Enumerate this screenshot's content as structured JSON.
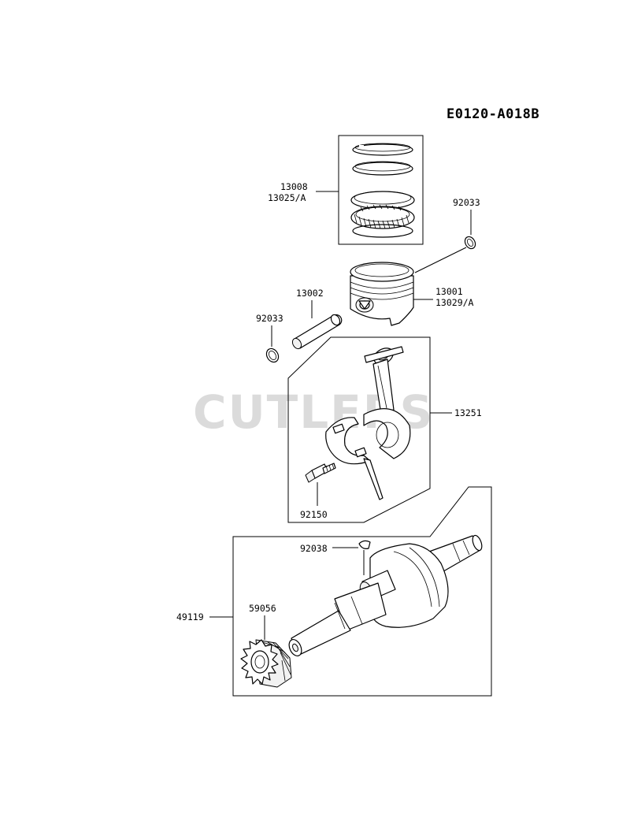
{
  "diagram_code": "E0120-A018B",
  "watermark": "CUTLERS",
  "parts": {
    "rings": [
      "13008",
      "13025/A"
    ],
    "clip_right": "92033",
    "piston": [
      "13001",
      "13029/A"
    ],
    "pin": "13002",
    "clip_left": "92033",
    "conrod": "13251",
    "bolt": "92150",
    "key": "92038",
    "crankshaft": "49119",
    "gear": "59056"
  }
}
